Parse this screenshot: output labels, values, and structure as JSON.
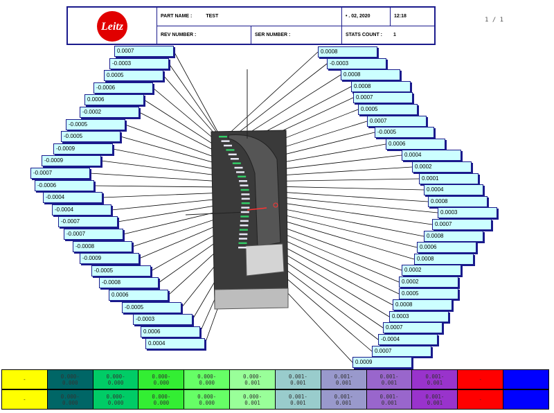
{
  "header": {
    "logo_text": "Leitz",
    "part_name_label": "PART NAME :",
    "part_name_value": "TEST",
    "date_value": "•  .  02, 2020",
    "time_value": "12:18",
    "rev_number_label": "REV NUMBER :",
    "ser_number_label": "SER NUMBER :",
    "stats_count_label": "STATS COUNT :",
    "stats_count_value": "1"
  },
  "pager": "1 / 1",
  "deviations_left": [
    "0.0007",
    "-0.0003",
    "0.0005",
    "-0.0006",
    "0.0006",
    "-0.0002",
    "-0.0005",
    "-0.0005",
    "-0.0009",
    "-0.0009",
    "-0.0007",
    "-0.0006",
    "-0.0004",
    "-0.0004",
    "-0.0007",
    "-0.0007",
    "-0.0008",
    "-0.0009",
    "-0.0005",
    "-0.0008",
    "0.0006",
    "-0.0005",
    "-0.0003",
    "0.0006",
    "0.0004"
  ],
  "deviations_right": [
    "0.0008",
    "-0.0003",
    "0.0008",
    "0.0008",
    "0.0007",
    "0.0005",
    "0.0007",
    "-0.0005",
    "0.0006",
    "0.0004",
    "0.0002",
    "0.0001",
    "0.0004",
    "0.0008",
    "0.0003",
    "0.0007",
    "0.0008",
    "0.0006",
    "0.0008",
    "0.0002",
    "0.0002",
    "0.0005",
    "0.0008",
    "0.0003",
    "0.0007",
    "-0.0004",
    "0.0007",
    "0.0009"
  ],
  "legend_rows": [
    [
      {
        "text": "-",
        "color": "#ffff00"
      },
      {
        "text": "0.000-\n0.000",
        "color": "#006666"
      },
      {
        "text": "0.000-\n0.000",
        "color": "#00cc66"
      },
      {
        "text": "0.000-\n0.000",
        "color": "#33ee33"
      },
      {
        "text": "0.000-\n0.000",
        "color": "#66ff66"
      },
      {
        "text": "0.000-\n0.001",
        "color": "#99ff99"
      },
      {
        "text": "0.001-\n0.001",
        "color": "#99cccc"
      },
      {
        "text": "0.001-\n0.001",
        "color": "#9999cc"
      },
      {
        "text": "0.001-\n0.001",
        "color": "#9966cc"
      },
      {
        "text": "0.001-\n0.001",
        "color": "#9933cc"
      },
      {
        "text": "-",
        "color": "#ff0000"
      },
      {
        "text": "",
        "color": "#0000ff"
      }
    ],
    [
      {
        "text": "-",
        "color": "#ffff00"
      },
      {
        "text": "0.000-\n0.000",
        "color": "#006666"
      },
      {
        "text": "0.000-\n0.000",
        "color": "#00cc66"
      },
      {
        "text": "0.000-\n0.000",
        "color": "#33ee33"
      },
      {
        "text": "0.000-\n0.000",
        "color": "#66ff66"
      },
      {
        "text": "0.000-\n0.001",
        "color": "#99ff99"
      },
      {
        "text": "0.001-\n0.001",
        "color": "#99cccc"
      },
      {
        "text": "0.001-\n0.001",
        "color": "#9999cc"
      },
      {
        "text": "0.001-\n0.001",
        "color": "#9966cc"
      },
      {
        "text": "0.001-\n0.001",
        "color": "#9933cc"
      },
      {
        "text": "-",
        "color": "#ff0000"
      },
      {
        "text": "",
        "color": "#0000ff"
      }
    ]
  ]
}
